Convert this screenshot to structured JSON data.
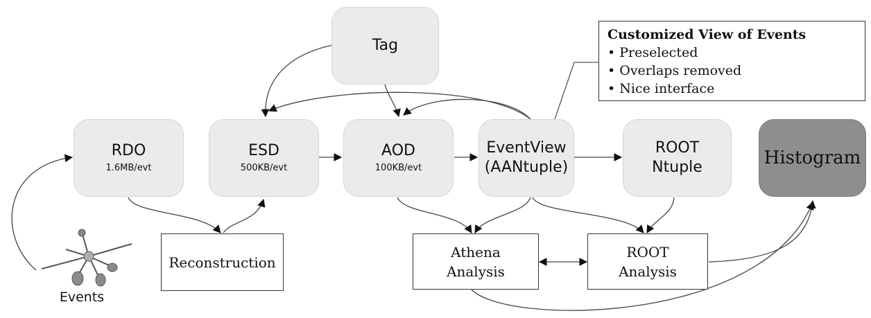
{
  "nodes": {
    "tag": {
      "name": "Tag"
    },
    "rdo": {
      "name": "RDO",
      "size": "1.6MB/evt"
    },
    "esd": {
      "name": "ESD",
      "size": "500KB/evt"
    },
    "aod": {
      "name": "AOD",
      "size": "100KB/evt"
    },
    "eventview": {
      "name": "EventView",
      "sub": "(AANtuple)"
    },
    "root_ntuple": {
      "name": "ROOT",
      "sub": "Ntuple"
    },
    "histogram": {
      "name": "Histogram"
    }
  },
  "boxes": {
    "reconstruction": {
      "line1": "Reconstruction"
    },
    "athena": {
      "line1": "Athena",
      "line2": "Analysis"
    },
    "root_analysis": {
      "line1": "ROOT",
      "line2": "Analysis"
    }
  },
  "callout": {
    "title": "Customized View of Events",
    "items": [
      "• Preselected",
      "• Overlaps removed",
      "• Nice interface"
    ]
  },
  "events_label": "Events",
  "colors": {
    "node_fill": "#ebebeb",
    "histogram_fill": "#8e8e8e",
    "line": "#444444"
  }
}
